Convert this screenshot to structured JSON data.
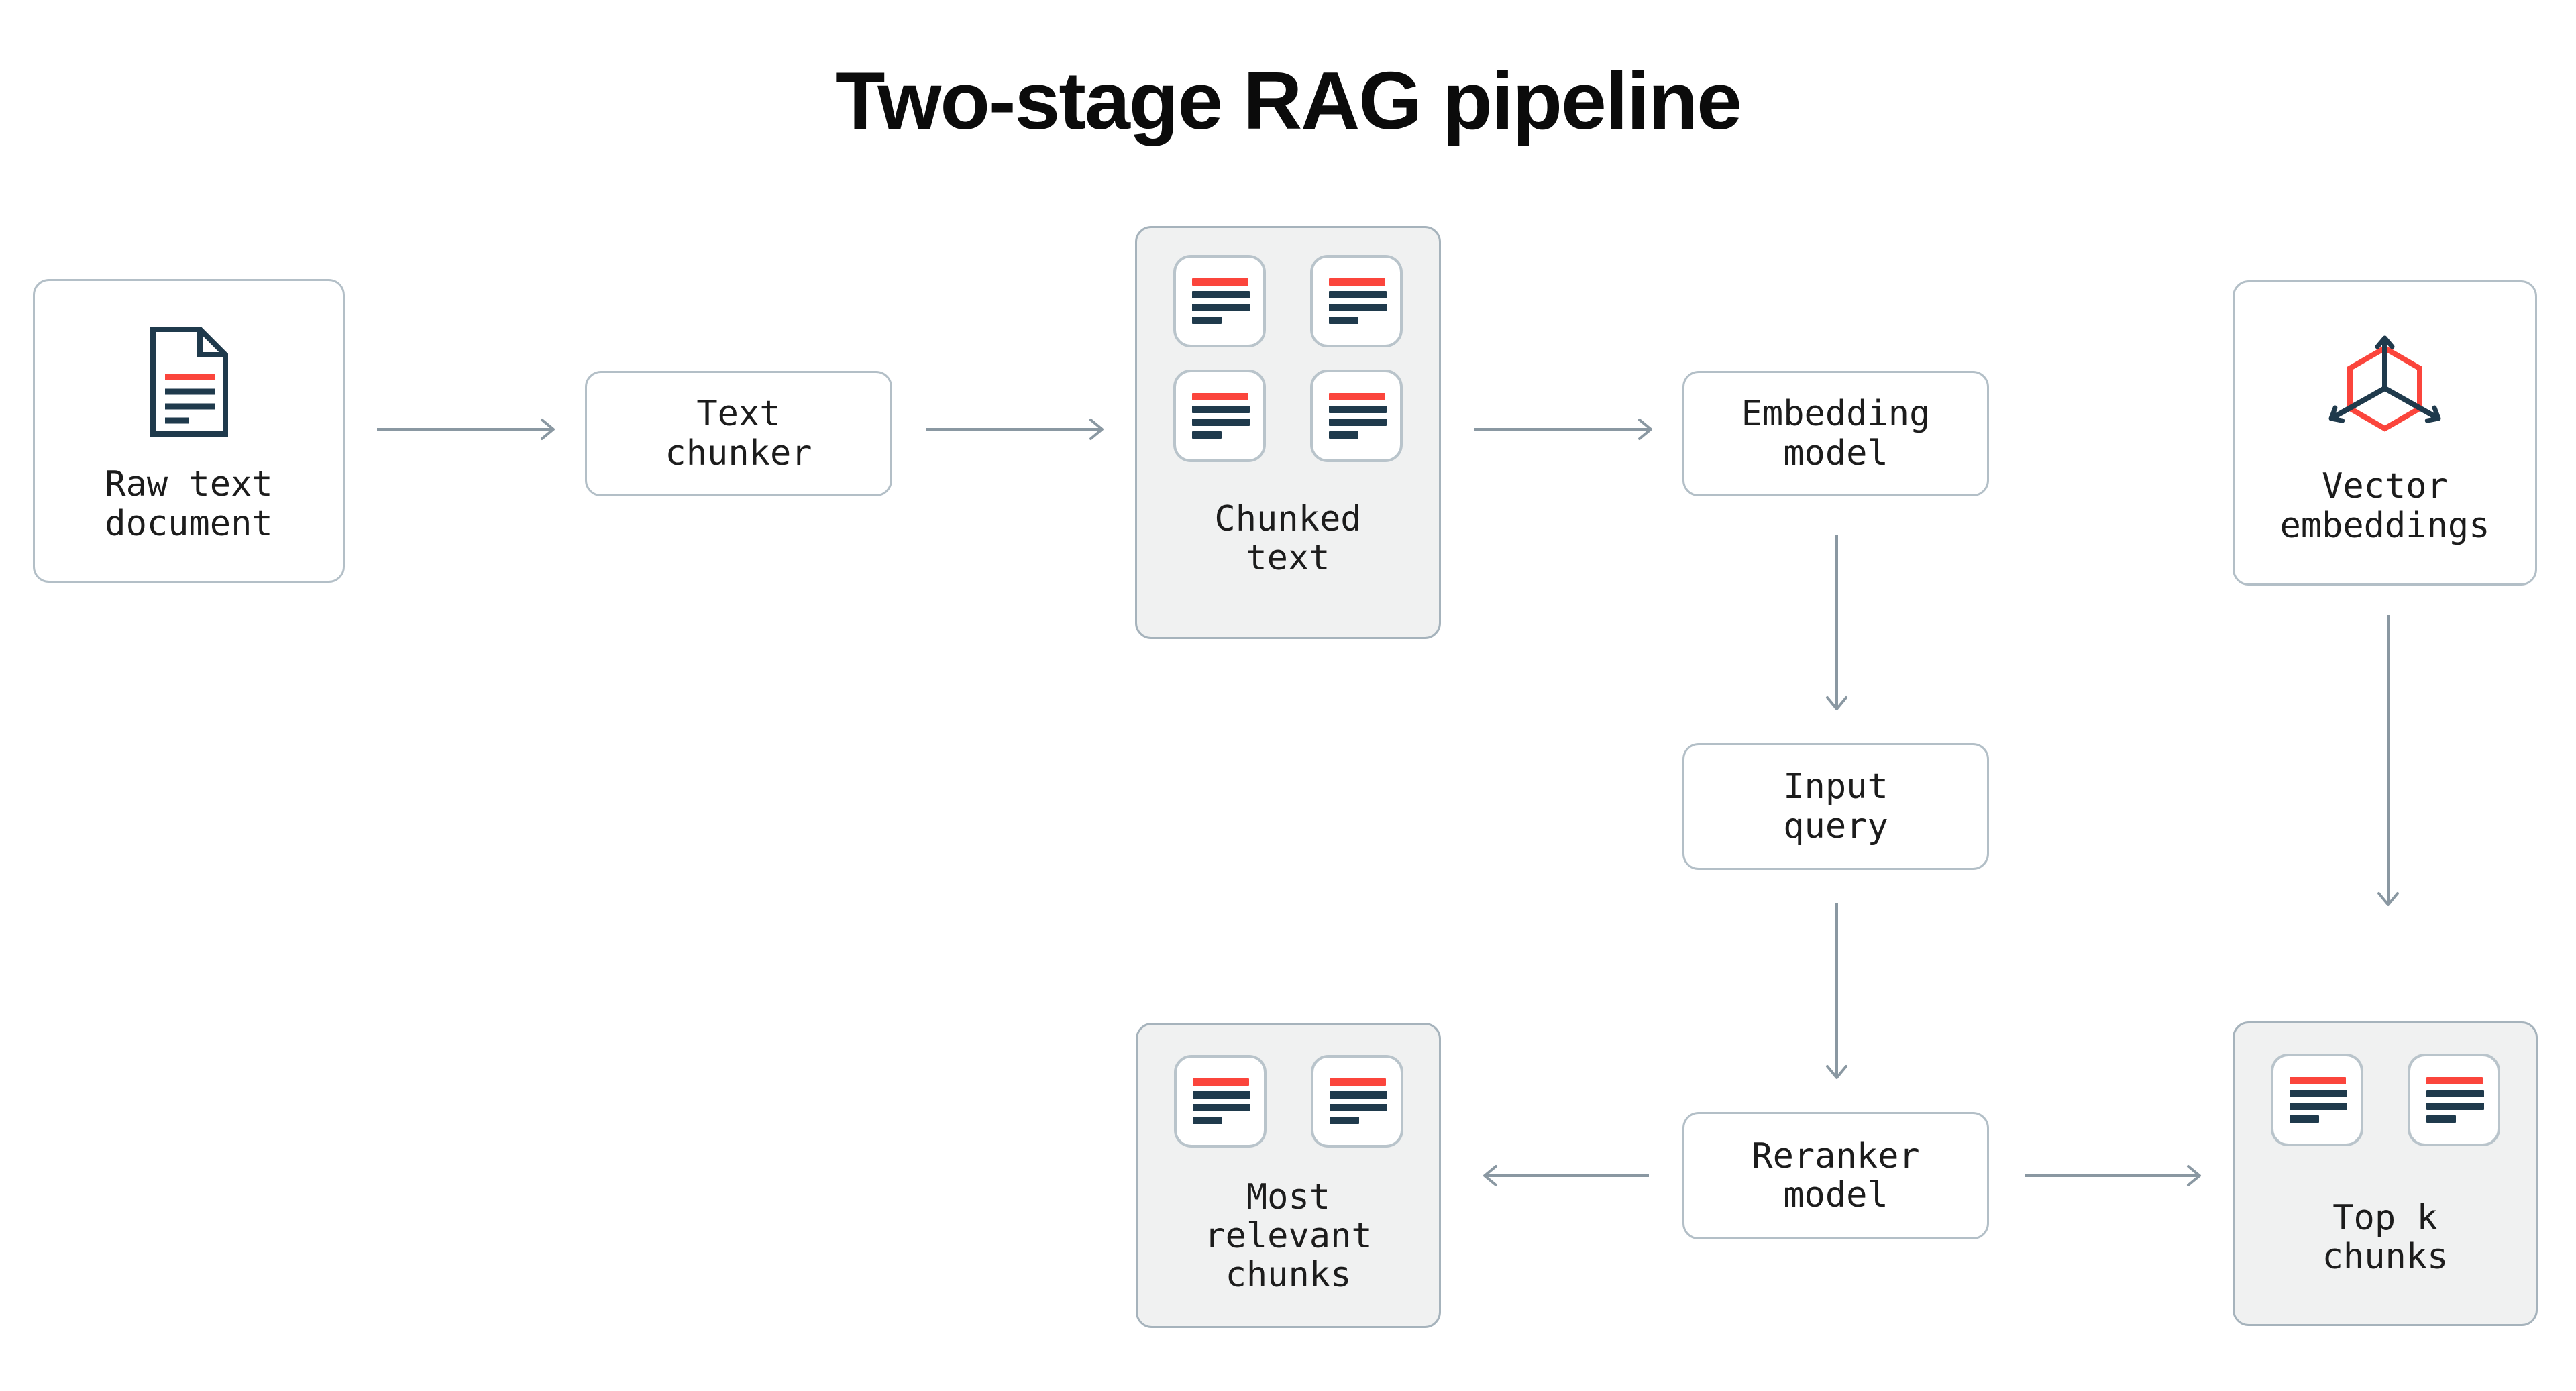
{
  "title": "Two-stage RAG pipeline",
  "colors": {
    "accent_red": "#fb453c",
    "navy": "#1f3a4c",
    "arrow": "#8a98a2",
    "node_border": "#b3bfc7",
    "group_border": "#a6b3bc",
    "group_fill": "#f0f1f1",
    "text": "#1c1c1c",
    "title": "#0b0b0b"
  },
  "nodes": {
    "raw_text_document": {
      "label": "Raw text\ndocument",
      "icon": "document-icon"
    },
    "text_chunker": {
      "label": "Text\nchunker"
    },
    "chunked_text": {
      "label": "Chunked\ntext",
      "icon": "text-chunk-icon",
      "chunk_count": 4
    },
    "embedding_model": {
      "label": "Embedding\nmodel"
    },
    "vector_embeddings": {
      "label": "Vector\nembeddings",
      "icon": "vector-axes-icon"
    },
    "input_query": {
      "label": "Input\nquery"
    },
    "reranker_model": {
      "label": "Reranker\nmodel"
    },
    "top_k_chunks": {
      "label": "Top k\nchunks",
      "icon": "text-chunk-icon",
      "chunk_count": 2
    },
    "most_relevant_chunks": {
      "label": "Most\nrelevant\nchunks",
      "icon": "text-chunk-icon",
      "chunk_count": 2
    }
  },
  "edges": [
    {
      "from": "raw_text_document",
      "to": "text_chunker",
      "direction": "right"
    },
    {
      "from": "text_chunker",
      "to": "chunked_text",
      "direction": "right"
    },
    {
      "from": "chunked_text",
      "to": "embedding_model",
      "direction": "right"
    },
    {
      "from": "embedding_model",
      "to": "input_query",
      "direction": "down"
    },
    {
      "from": "input_query",
      "to": "reranker_model",
      "direction": "down"
    },
    {
      "from": "vector_embeddings",
      "to": "top_k_chunks",
      "direction": "down"
    },
    {
      "from": "reranker_model",
      "to": "most_relevant_chunks",
      "direction": "left"
    },
    {
      "from": "reranker_model",
      "to": "top_k_chunks",
      "direction": "right"
    }
  ]
}
